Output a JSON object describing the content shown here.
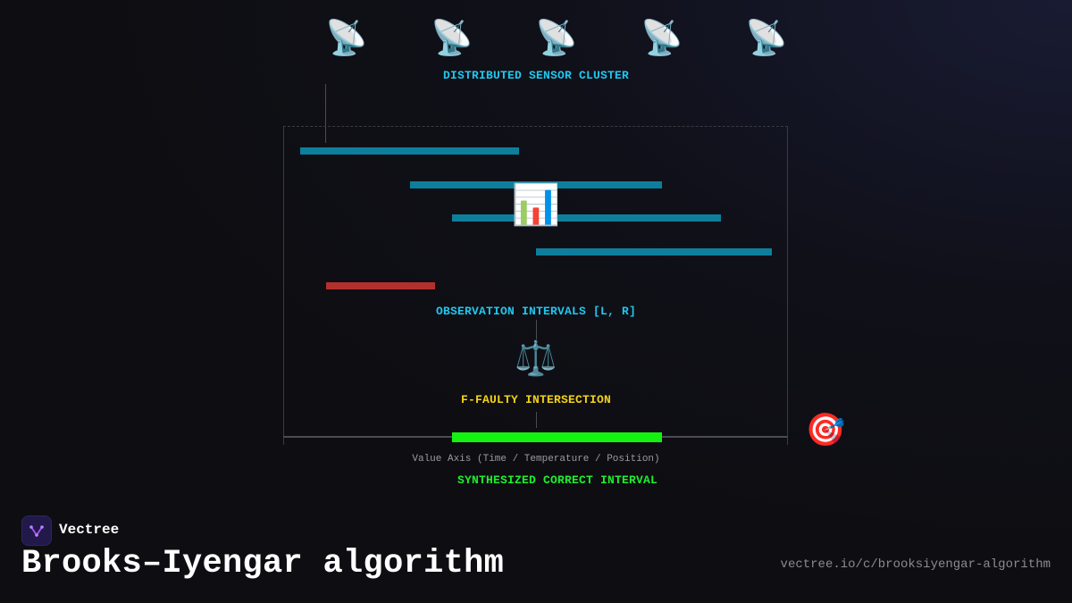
{
  "diagram": {
    "sensors": [
      {
        "icon": "satellite-antenna-icon",
        "glyph": "📡"
      },
      {
        "icon": "satellite-antenna-icon",
        "glyph": "📡"
      },
      {
        "icon": "satellite-antenna-icon",
        "glyph": "📡"
      },
      {
        "icon": "satellite-antenna-icon",
        "glyph": "📡"
      },
      {
        "icon": "satellite-antenna-icon",
        "glyph": "📡"
      }
    ],
    "sensor_cluster_label": "DISTRIBUTED SENSOR CLUSTER",
    "intervals": [
      {
        "status": "correct"
      },
      {
        "status": "correct"
      },
      {
        "status": "correct"
      },
      {
        "status": "correct"
      },
      {
        "status": "faulty"
      }
    ],
    "chart_icon": {
      "icon": "bar-chart-icon",
      "glyph": "📊"
    },
    "observation_label": "OBSERVATION INTERVALS [L, R]",
    "scale_icon": {
      "icon": "balance-scale-icon",
      "glyph": "⚖️"
    },
    "intersection_label": "F-FAULTY INTERSECTION",
    "axis_caption": "Value Axis (Time / Temperature / Position)",
    "result_label": "SYNTHESIZED CORRECT INTERVAL",
    "target_icon": {
      "icon": "target-icon",
      "glyph": "🎯"
    },
    "colors": {
      "correct_interval": "#0d7f9d",
      "faulty_interval": "#b3302d",
      "result_interval": "#14f20f",
      "cyan_label": "#22c7ee",
      "yellow_label": "#f2d21b",
      "green_label": "#1eef2e"
    }
  },
  "footer": {
    "brand_name": "Vectree",
    "brand_icon": "vectree-logo-icon",
    "title": "Brooks–Iyengar algorithm",
    "url": "vectree.io/c/brooksiyengar-algorithm"
  }
}
